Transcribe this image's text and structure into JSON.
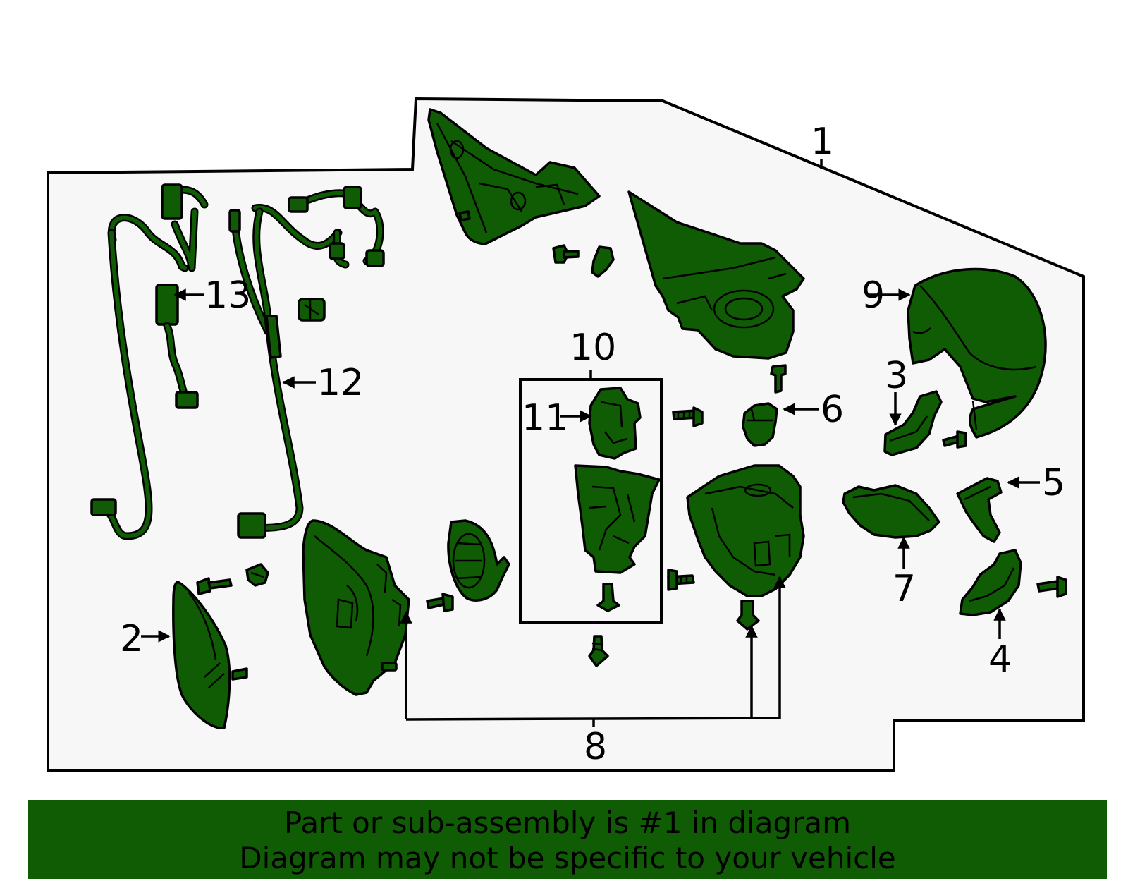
{
  "colors": {
    "part_fill": "#0f5c05",
    "panel_fill": "#f7f7f7",
    "banner_fill": "#0f5c05",
    "outline": "#000000"
  },
  "callouts": {
    "c1": "1",
    "c2": "2",
    "c3": "3",
    "c4": "4",
    "c5": "5",
    "c6": "6",
    "c7": "7",
    "c8": "8",
    "c9": "9",
    "c10": "10",
    "c11": "11",
    "c12": "12",
    "c13": "13"
  },
  "banner": {
    "line1": "Part or sub-assembly is #1 in diagram",
    "line2": "Diagram may not be specific to your vehicle"
  }
}
